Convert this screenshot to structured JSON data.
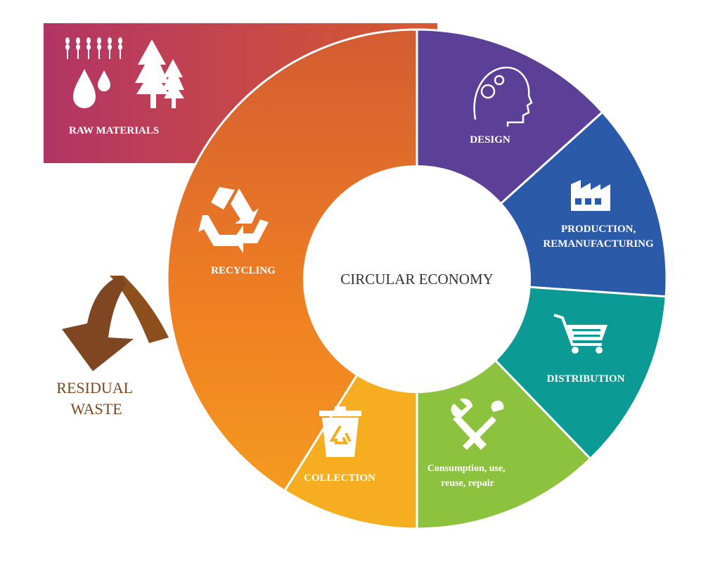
{
  "diagram": {
    "center_title": "CIRCULAR ECONOMY",
    "stages": [
      {
        "id": "design",
        "label_lines": [
          "DESIGN"
        ],
        "icon": "head-gears-icon",
        "color": "#5c3f97"
      },
      {
        "id": "production",
        "label_lines": [
          "PRODUCTION,",
          "REMANUFACTURING"
        ],
        "icon": "factory-icon",
        "color": "#2a5aa8"
      },
      {
        "id": "distribution",
        "label_lines": [
          "DISTRIBUTION"
        ],
        "icon": "shopping-cart-icon",
        "color": "#0b9b94"
      },
      {
        "id": "consumption",
        "label_lines": [
          "Consumption, use,",
          "reuse, repair"
        ],
        "icon": "tools-icon",
        "color": "#8dc23e"
      },
      {
        "id": "collection",
        "label_lines": [
          "COLLECTION"
        ],
        "icon": "recycle-bin-icon",
        "color": "#f6ae20"
      },
      {
        "id": "recycling",
        "label_lines": [
          "RECYCLING"
        ],
        "icon": "recycle-icon",
        "color": "#ee7b25"
      }
    ],
    "raw_materials": {
      "label": "RAW MATERIALS",
      "icons": [
        "wheat-icon",
        "water-drops-icon",
        "trees-icon"
      ],
      "color_left": "#b23b66",
      "color_right": "#d8592e"
    },
    "residual_waste": {
      "label_lines": [
        "RESIDUAL",
        "WASTE"
      ],
      "icon": "down-arrow-icon",
      "color": "#7e4722"
    }
  }
}
